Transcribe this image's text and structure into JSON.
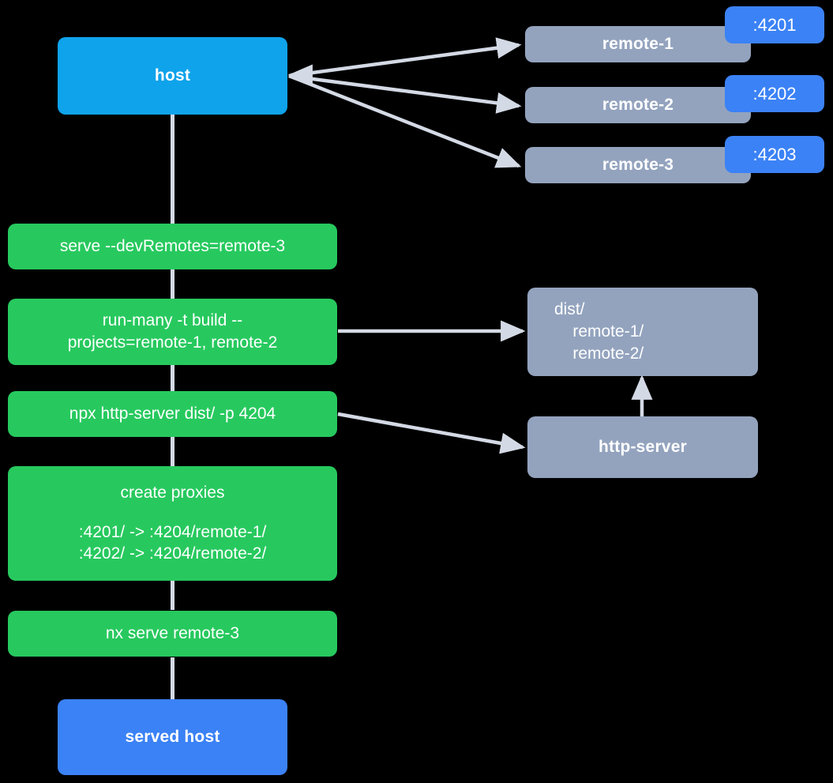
{
  "diagram": {
    "title": "Nx module federation host and remotes serve flow",
    "background_color": "#000000",
    "colors": {
      "host": "#0FA3EB",
      "served_host": "#3B82F6",
      "command": "#27C95E",
      "app": "#93A3BE",
      "port_badge": "#3B82F6",
      "connector": "#D4DAE5",
      "text": "#FFFFFF"
    }
  },
  "nodes": {
    "host": {
      "label": "host"
    },
    "served_host": {
      "label": "served host"
    },
    "remotes": [
      {
        "label": "remote-1",
        "port": ":4201"
      },
      {
        "label": "remote-2",
        "port": ":4202"
      },
      {
        "label": "remote-3",
        "port": ":4203"
      }
    ],
    "dist": {
      "lines": [
        "dist/",
        "    remote-1/",
        "    remote-2/"
      ]
    },
    "http_server": {
      "label": "http-server"
    }
  },
  "commands": [
    {
      "id": "serve-dev-remotes",
      "lines": [
        "serve --devRemotes=remote-3"
      ]
    },
    {
      "id": "run-many-build",
      "lines": [
        "run-many -t build --",
        "projects=remote-1, remote-2"
      ]
    },
    {
      "id": "npx-http-server",
      "lines": [
        "npx http-server dist/ -p 4204"
      ]
    },
    {
      "id": "create-proxies",
      "title": "create proxies",
      "lines": [
        ":4201/ -> :4204/remote-1/",
        ":4202/ -> :4204/remote-2/"
      ]
    },
    {
      "id": "nx-serve-remote-3",
      "lines": [
        "nx serve remote-3"
      ]
    }
  ]
}
